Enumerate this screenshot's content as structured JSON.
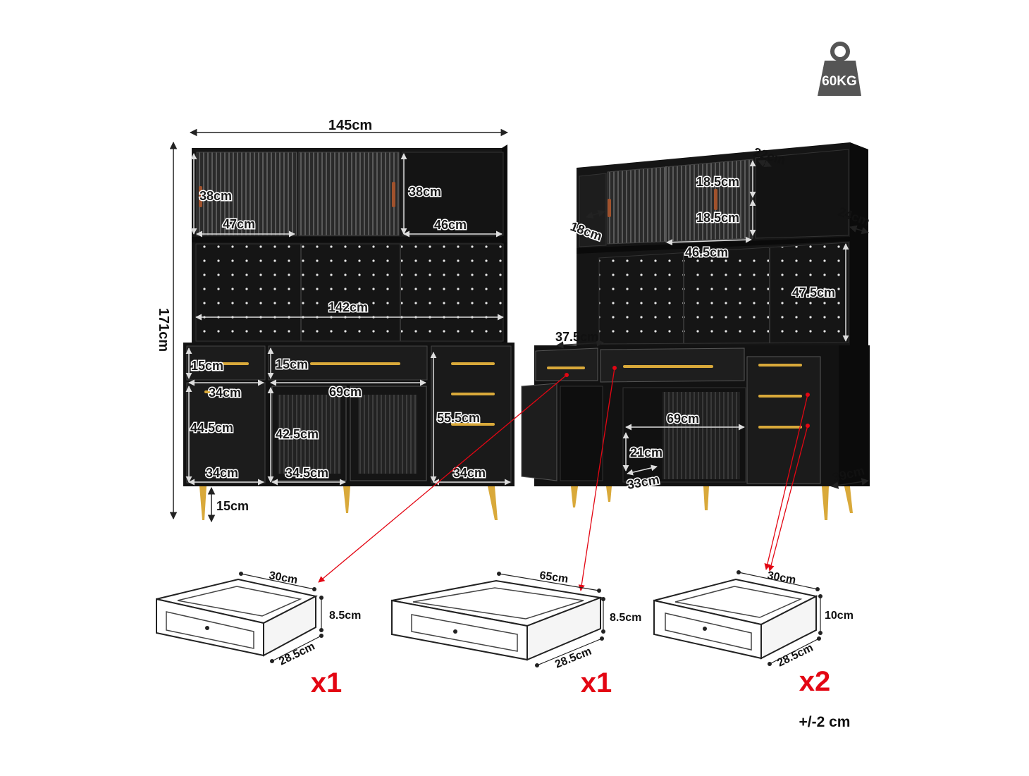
{
  "weight": {
    "label": "60KG"
  },
  "front_view": {
    "width": "145cm",
    "height": "171cm",
    "glass_door_height": "38cm",
    "glass_door_width": "47cm",
    "open_shelf_height": "38cm",
    "open_shelf_width": "46cm",
    "pegboard_width": "142cm",
    "left_drawer_height": "15cm",
    "left_drawer_width": "34cm",
    "center_drawer_height": "15cm",
    "center_drawer_width": "69cm",
    "left_cabinet_height": "44.5cm",
    "left_cabinet_width": "34cm",
    "center_cabinet_height": "42.5cm",
    "center_door_width": "34.5cm",
    "right_column_height": "55.5cm",
    "right_column_width": "34cm",
    "leg_height": "15cm"
  },
  "side_view": {
    "top_depth": "22cm",
    "upper_shelf_height": "18.5cm",
    "lower_shelf_height": "18.5cm",
    "shelf_depth": "18cm",
    "upper_depth": "24cm",
    "upper_inner_width": "46.5cm",
    "pegboard_height": "47.5cm",
    "drawer_width": "37.5cm",
    "cabinet_width": "69cm",
    "cabinet_shelf_height": "21cm",
    "cabinet_depth": "33cm",
    "base_depth": "39cm"
  },
  "drawers": [
    {
      "width": "30cm",
      "height": "8.5cm",
      "depth": "28.5cm",
      "quantity": "x1"
    },
    {
      "width": "65cm",
      "height": "8.5cm",
      "depth": "28.5cm",
      "quantity": "x1"
    },
    {
      "width": "30cm",
      "height": "10cm",
      "depth": "28.5cm",
      "quantity": "x2"
    }
  ],
  "tolerance": "+/-2 cm",
  "colors": {
    "furniture": "#141414",
    "panel": "#1e1e1e",
    "gold": "#d9a93a",
    "callout": "#e30613",
    "weight_icon": "#555555"
  }
}
